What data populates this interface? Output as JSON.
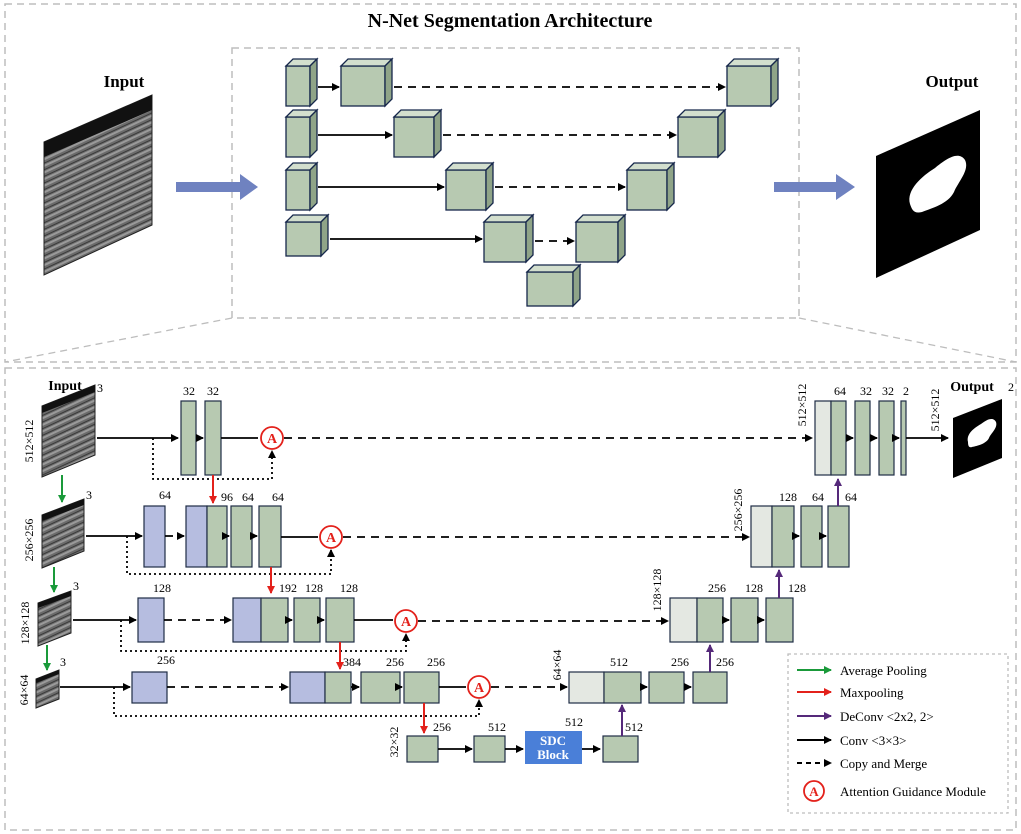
{
  "title": "N-Net Segmentation Architecture",
  "overview": {
    "input_label": "Input",
    "output_label": "Output"
  },
  "detail": {
    "input_label": "Input",
    "output_label": "Output",
    "input_channels": "3",
    "output_channels": "2",
    "sizes": {
      "s512": "512×512",
      "s256": "256×256",
      "s128": "128×128",
      "s64": "64×64",
      "s32": "32×32"
    },
    "encoder": {
      "level1": [
        "32",
        "32"
      ],
      "level2": [
        "64",
        "96",
        "64",
        "64"
      ],
      "level3": [
        "128",
        "192",
        "128",
        "128"
      ],
      "level4": [
        "256",
        "384",
        "256",
        "256"
      ],
      "bottom": [
        "256",
        "512",
        "512",
        "512"
      ]
    },
    "decoder": {
      "level4": [
        "512",
        "256",
        "256"
      ],
      "level3": [
        "256",
        "128",
        "128"
      ],
      "level2": [
        "128",
        "64",
        "64"
      ],
      "level1": [
        "64",
        "32",
        "32",
        "2"
      ]
    },
    "attention_symbol": "A",
    "sdc_block_line1": "SDC",
    "sdc_block_line2": "Block"
  },
  "legend": [
    {
      "label": "Average Pooling",
      "color": "#1a9a3a"
    },
    {
      "label": "Maxpooling",
      "color": "#e3211b"
    },
    {
      "label": "DeConv <2x2, 2>",
      "color": "#55297a"
    },
    {
      "label": "Conv <3×3>",
      "color": "#000000"
    },
    {
      "label": "Copy and Merge",
      "color": "#000000"
    },
    {
      "label": "Attention Guidance Module",
      "color": "#e3211b"
    }
  ]
}
